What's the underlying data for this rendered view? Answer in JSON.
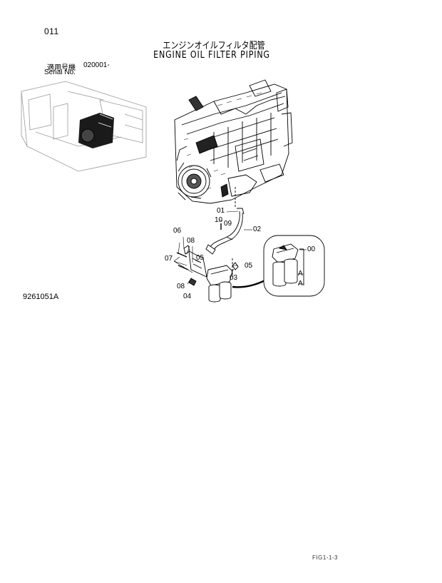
{
  "page": {
    "number": "011",
    "title_jp": "エンジンオイルフィルタ配管",
    "title_en": "ENGINE OIL FILTER PIPING",
    "serial_label_jp": "適用号機",
    "serial_value": "020001-",
    "serial_label_en": "Serial No.",
    "figure_code": "9261051A",
    "footer_ref": "FIG1-1-3"
  },
  "callouts": {
    "c01": "01",
    "c02": "02",
    "c03": "03",
    "c04": "04",
    "c05a": "05",
    "c05b": "05",
    "c06": "06",
    "c07": "07",
    "c08a": "08",
    "c08b": "08",
    "c09": "09",
    "c10": "10",
    "c00": "00",
    "cA1": "A",
    "cA2": "A"
  },
  "colors": {
    "line": "#000000",
    "paper": "#ffffff",
    "ghost": "#9a9a9a"
  }
}
